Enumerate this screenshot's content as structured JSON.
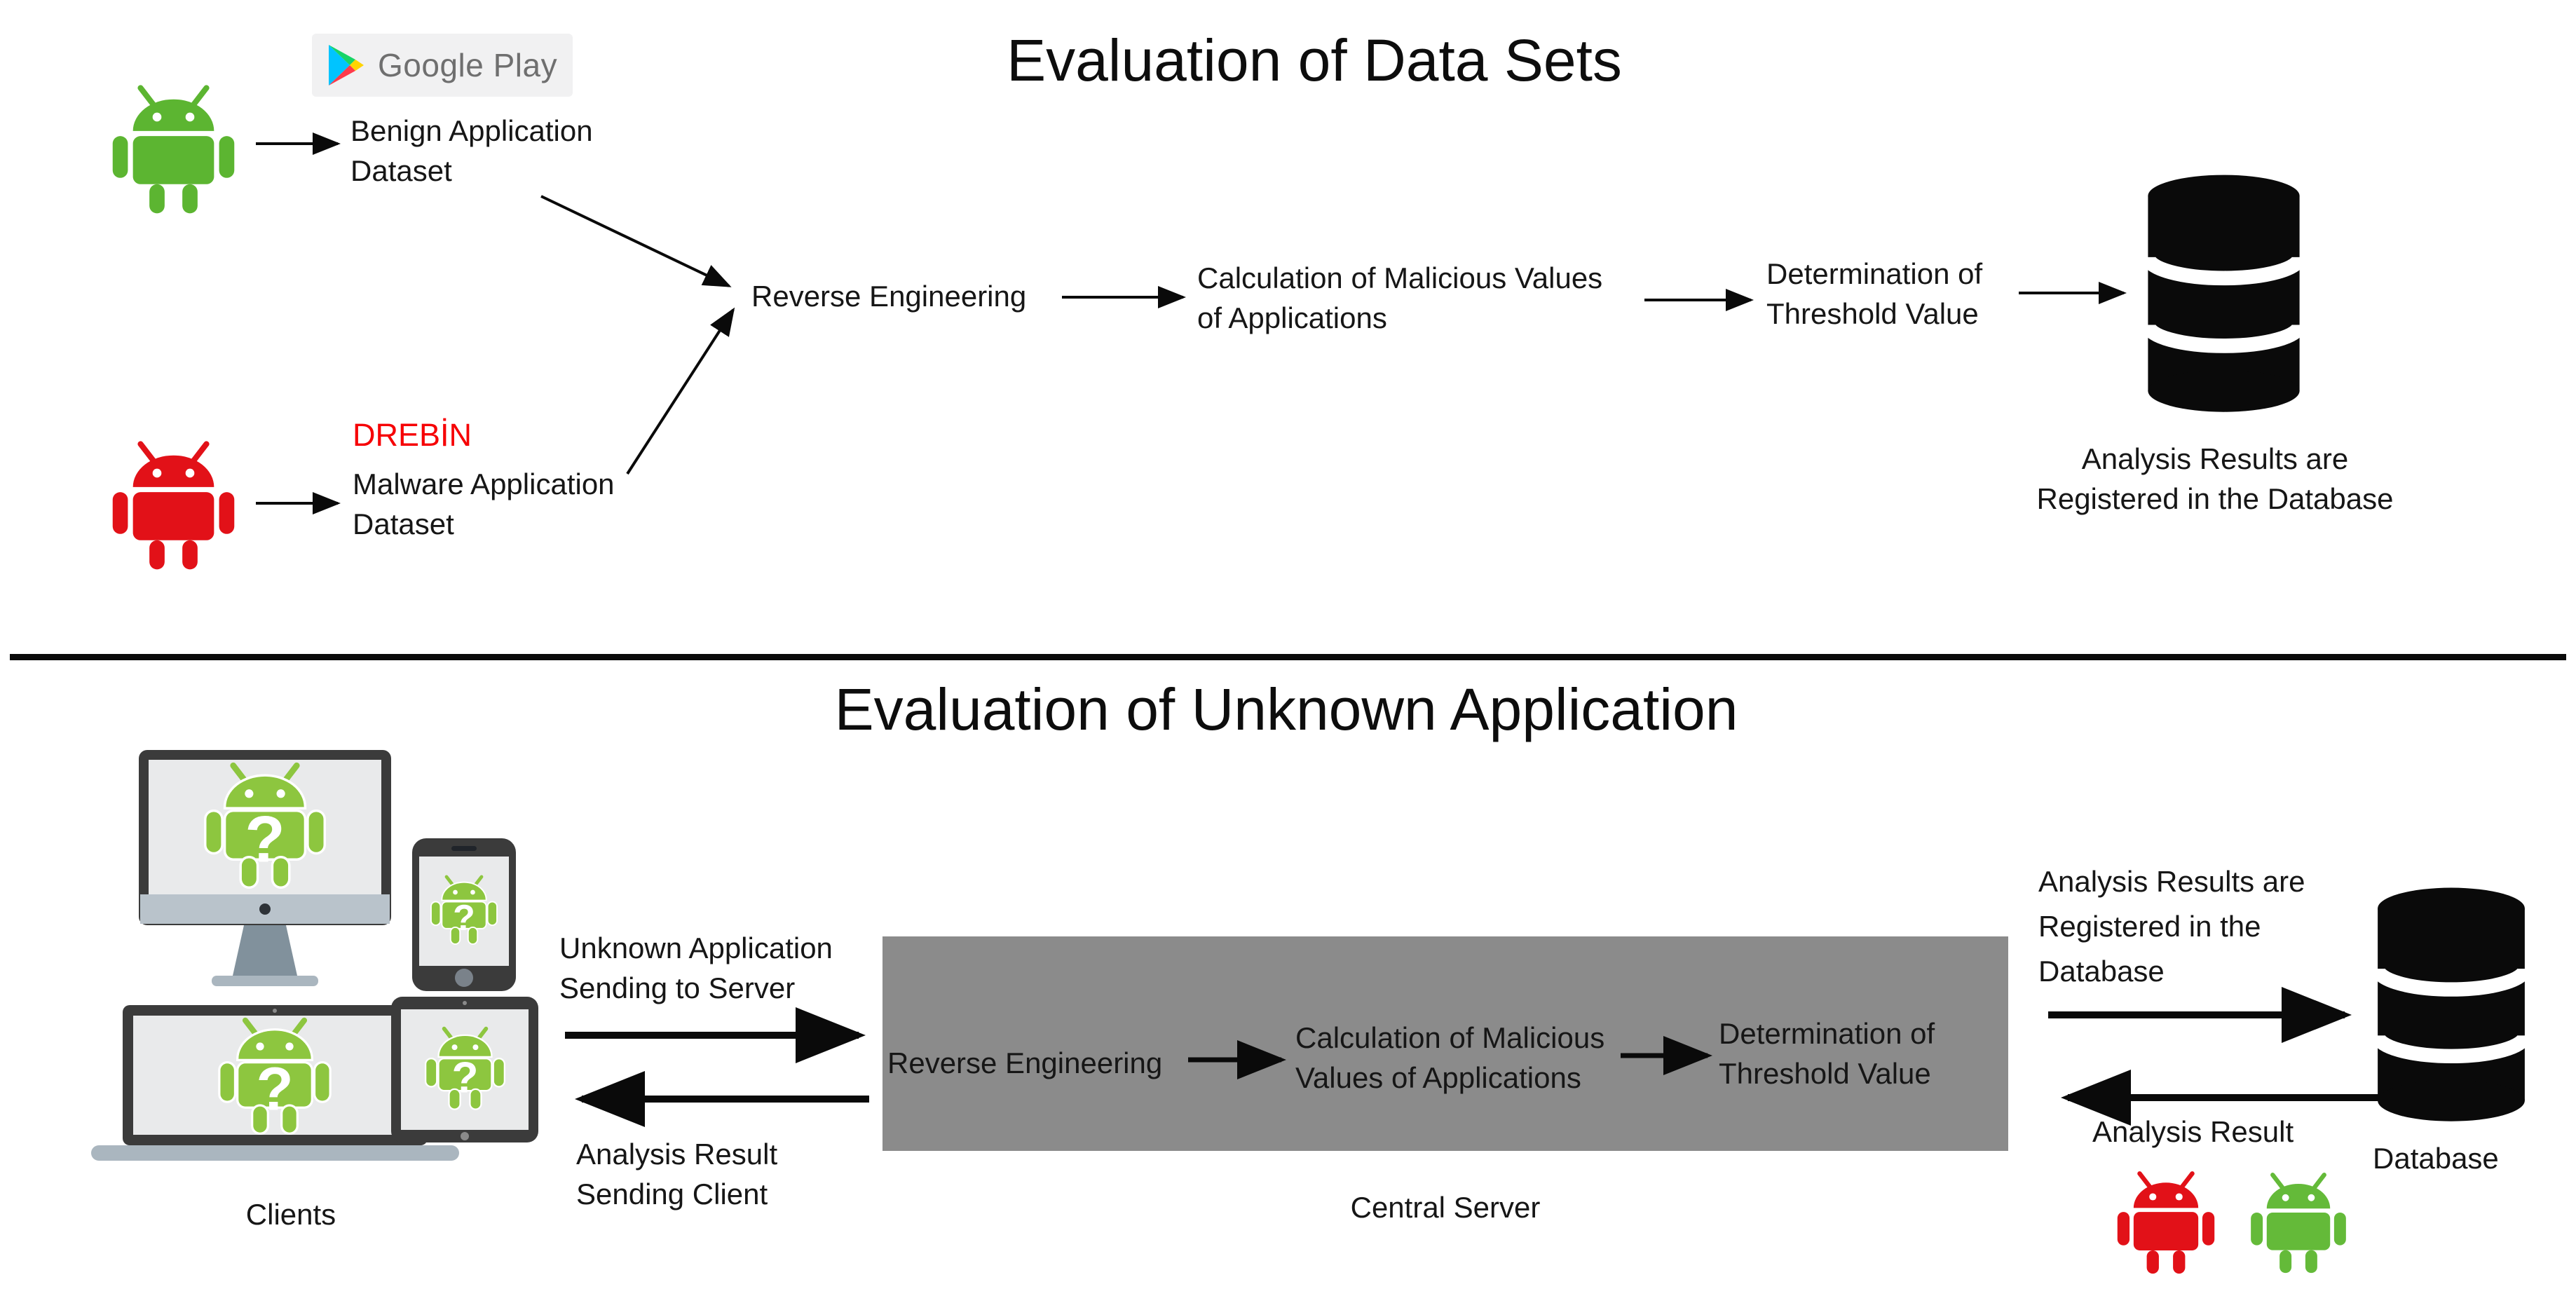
{
  "colors": {
    "android_standalone_green": "#5cb531",
    "android_screen_green": "#8dc63f",
    "android_red": "#e21118",
    "drebin_red": "#f60004",
    "server_box_gray": "#8b8b8b",
    "device_frame_gray": "#3b3b3b",
    "device_screen_light": "#e9eaeb",
    "database_black": "#0a0a0a",
    "google_play_text_gray": "#6f6f6f"
  },
  "top": {
    "title": "Evaluation of Data Sets",
    "google_play_label": "Google Play",
    "benign_lines": [
      "Benign Application",
      "Dataset"
    ],
    "drebin_label": "DREBİN",
    "malware_lines": [
      "Malware Application",
      "Dataset"
    ],
    "reverse_label": "Reverse Engineering",
    "calc_lines": [
      "Calculation of Malicious Values",
      "of Applications"
    ],
    "threshold_lines": [
      "Determination of",
      "Threshold Value"
    ],
    "db_caption_lines": [
      "Analysis Results are",
      "Registered in the Database"
    ]
  },
  "bottom": {
    "title": "Evaluation of Unknown Application",
    "clients_label": "Clients",
    "question_mark": "?",
    "to_server_lines": [
      "Unknown Application",
      "Sending to Server"
    ],
    "to_client_lines": [
      "Analysis Result",
      "Sending Client"
    ],
    "server_reverse_label": "Reverse Engineering",
    "server_calc_lines": [
      "Calculation of Malicious",
      "Values of Applications"
    ],
    "server_threshold_lines": [
      "Determination of",
      "Threshold Value"
    ],
    "central_server_label": "Central Server",
    "db_register_lines": [
      "Analysis Results are",
      "Registered in the",
      "Database"
    ],
    "analysis_result_label": "Analysis Result",
    "database_label": "Database"
  }
}
